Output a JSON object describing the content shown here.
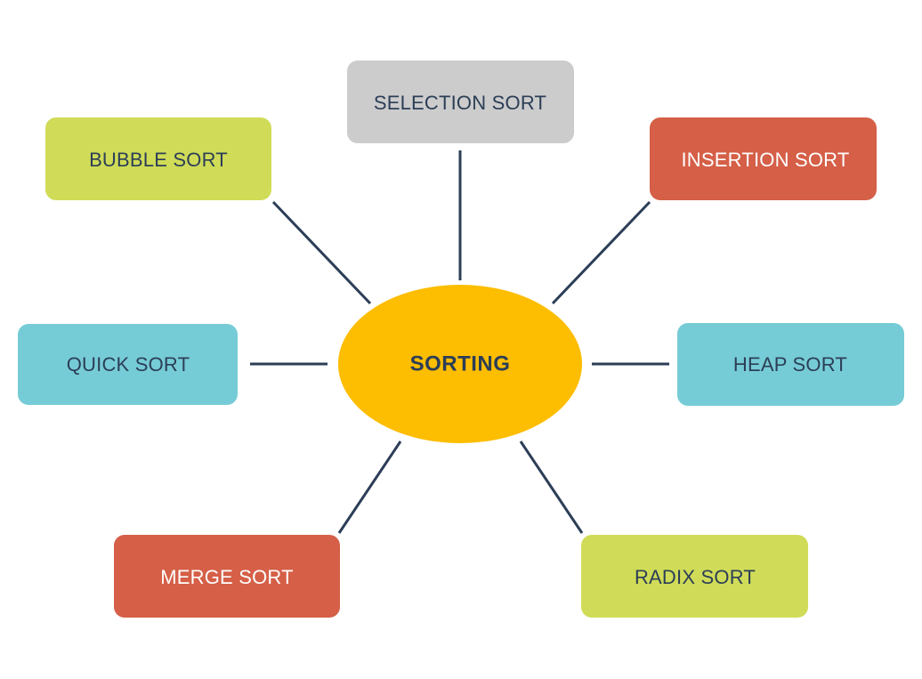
{
  "center": {
    "label": "SORTING",
    "fill": "#fdbd00",
    "text_color": "#2c3e57"
  },
  "nodes": [
    {
      "id": "selection-sort",
      "label": "SELECTION SORT",
      "fill": "#cccccc",
      "text_color": "#2c3e57"
    },
    {
      "id": "bubble-sort",
      "label": "BUBBLE SORT",
      "fill": "#d0dc57",
      "text_color": "#2c3e57"
    },
    {
      "id": "insertion-sort",
      "label": "INSERTION SORT",
      "fill": "#d55f47",
      "text_color": "#ffffff"
    },
    {
      "id": "quick-sort",
      "label": "QUICK SORT",
      "fill": "#76ccd6",
      "text_color": "#2c3e57"
    },
    {
      "id": "heap-sort",
      "label": "HEAP SORT",
      "fill": "#76ccd6",
      "text_color": "#2c3e57"
    },
    {
      "id": "merge-sort",
      "label": "MERGE SORT",
      "fill": "#d55f47",
      "text_color": "#ffffff"
    },
    {
      "id": "radix-sort",
      "label": "RADIX SORT",
      "fill": "#d0dc57",
      "text_color": "#2c3e57"
    }
  ],
  "connector_color": "#2c3e57"
}
